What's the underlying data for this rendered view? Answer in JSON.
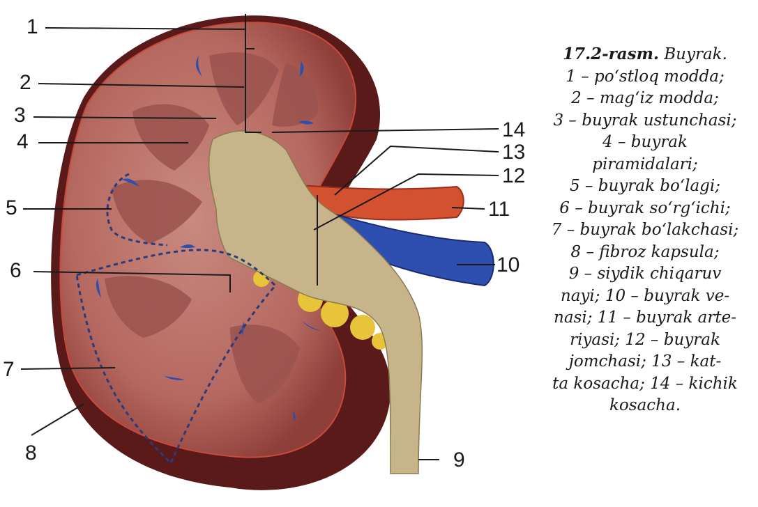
{
  "figure": {
    "labels": [
      "1",
      "2",
      "3",
      "4",
      "5",
      "6",
      "7",
      "8",
      "9",
      "10",
      "11",
      "12",
      "13",
      "14"
    ],
    "caption": {
      "title": "17.2-rasm.",
      "subject": "Buyrak.",
      "lines": [
        "1 – po‘stloq modda;",
        "2 – mag‘iz modda;",
        "3 –  buyrak ustunchasi;",
        "4 – buyrak",
        "piramidalari;",
        "5 – buyrak bo‘lagi;",
        "6 – buyrak so‘rg‘ichi;",
        "7 – buyrak bo‘lakchasi;",
        "8 – fibroz kapsula;",
        "9 – siydik chiqaruv",
        "nayi; 10 – buyrak ve-",
        "nasi; 11 – buyrak arte-",
        "riyasi; 12 – buyrak",
        "jomchasi; 13 – kat-",
        "ta kosacha; 14 – kichik",
        "kosacha."
      ]
    }
  },
  "colors": {
    "cortex": "#b5685f",
    "cortex_edge": "#7a2a28",
    "pyramid": "#9c5450",
    "pelvis": "#c8b48a",
    "ureter": "#c9b48c",
    "artery": "#d4512f",
    "vein": "#2f4fb0",
    "fat": "#e8c43a",
    "capsule": "#5a1a1a",
    "dashed_lobe": "#2b3a7a",
    "leader": "#1a1a1a"
  }
}
